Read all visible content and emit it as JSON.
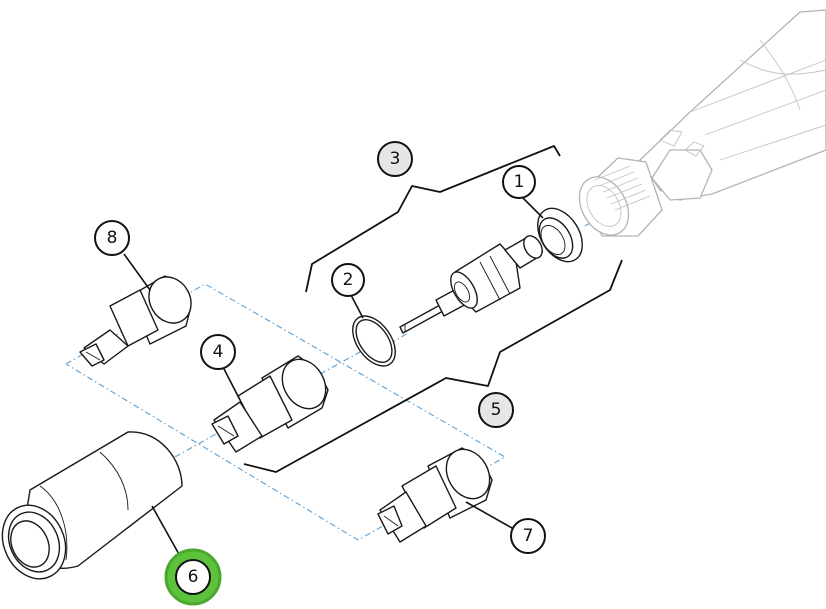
{
  "callouts": {
    "c1": {
      "label": "1"
    },
    "c2": {
      "label": "2"
    },
    "c3": {
      "label": "3"
    },
    "c4": {
      "label": "4"
    },
    "c5": {
      "label": "5"
    },
    "c6": {
      "label": "6"
    },
    "c7": {
      "label": "7"
    },
    "c8": {
      "label": "8"
    }
  },
  "colors": {
    "highlight": "#5cc23c",
    "assembly_callout_fill": "#e6e6e6",
    "axis_line": "#5a9fd4",
    "torch_outline": "#b4b4b4"
  }
}
